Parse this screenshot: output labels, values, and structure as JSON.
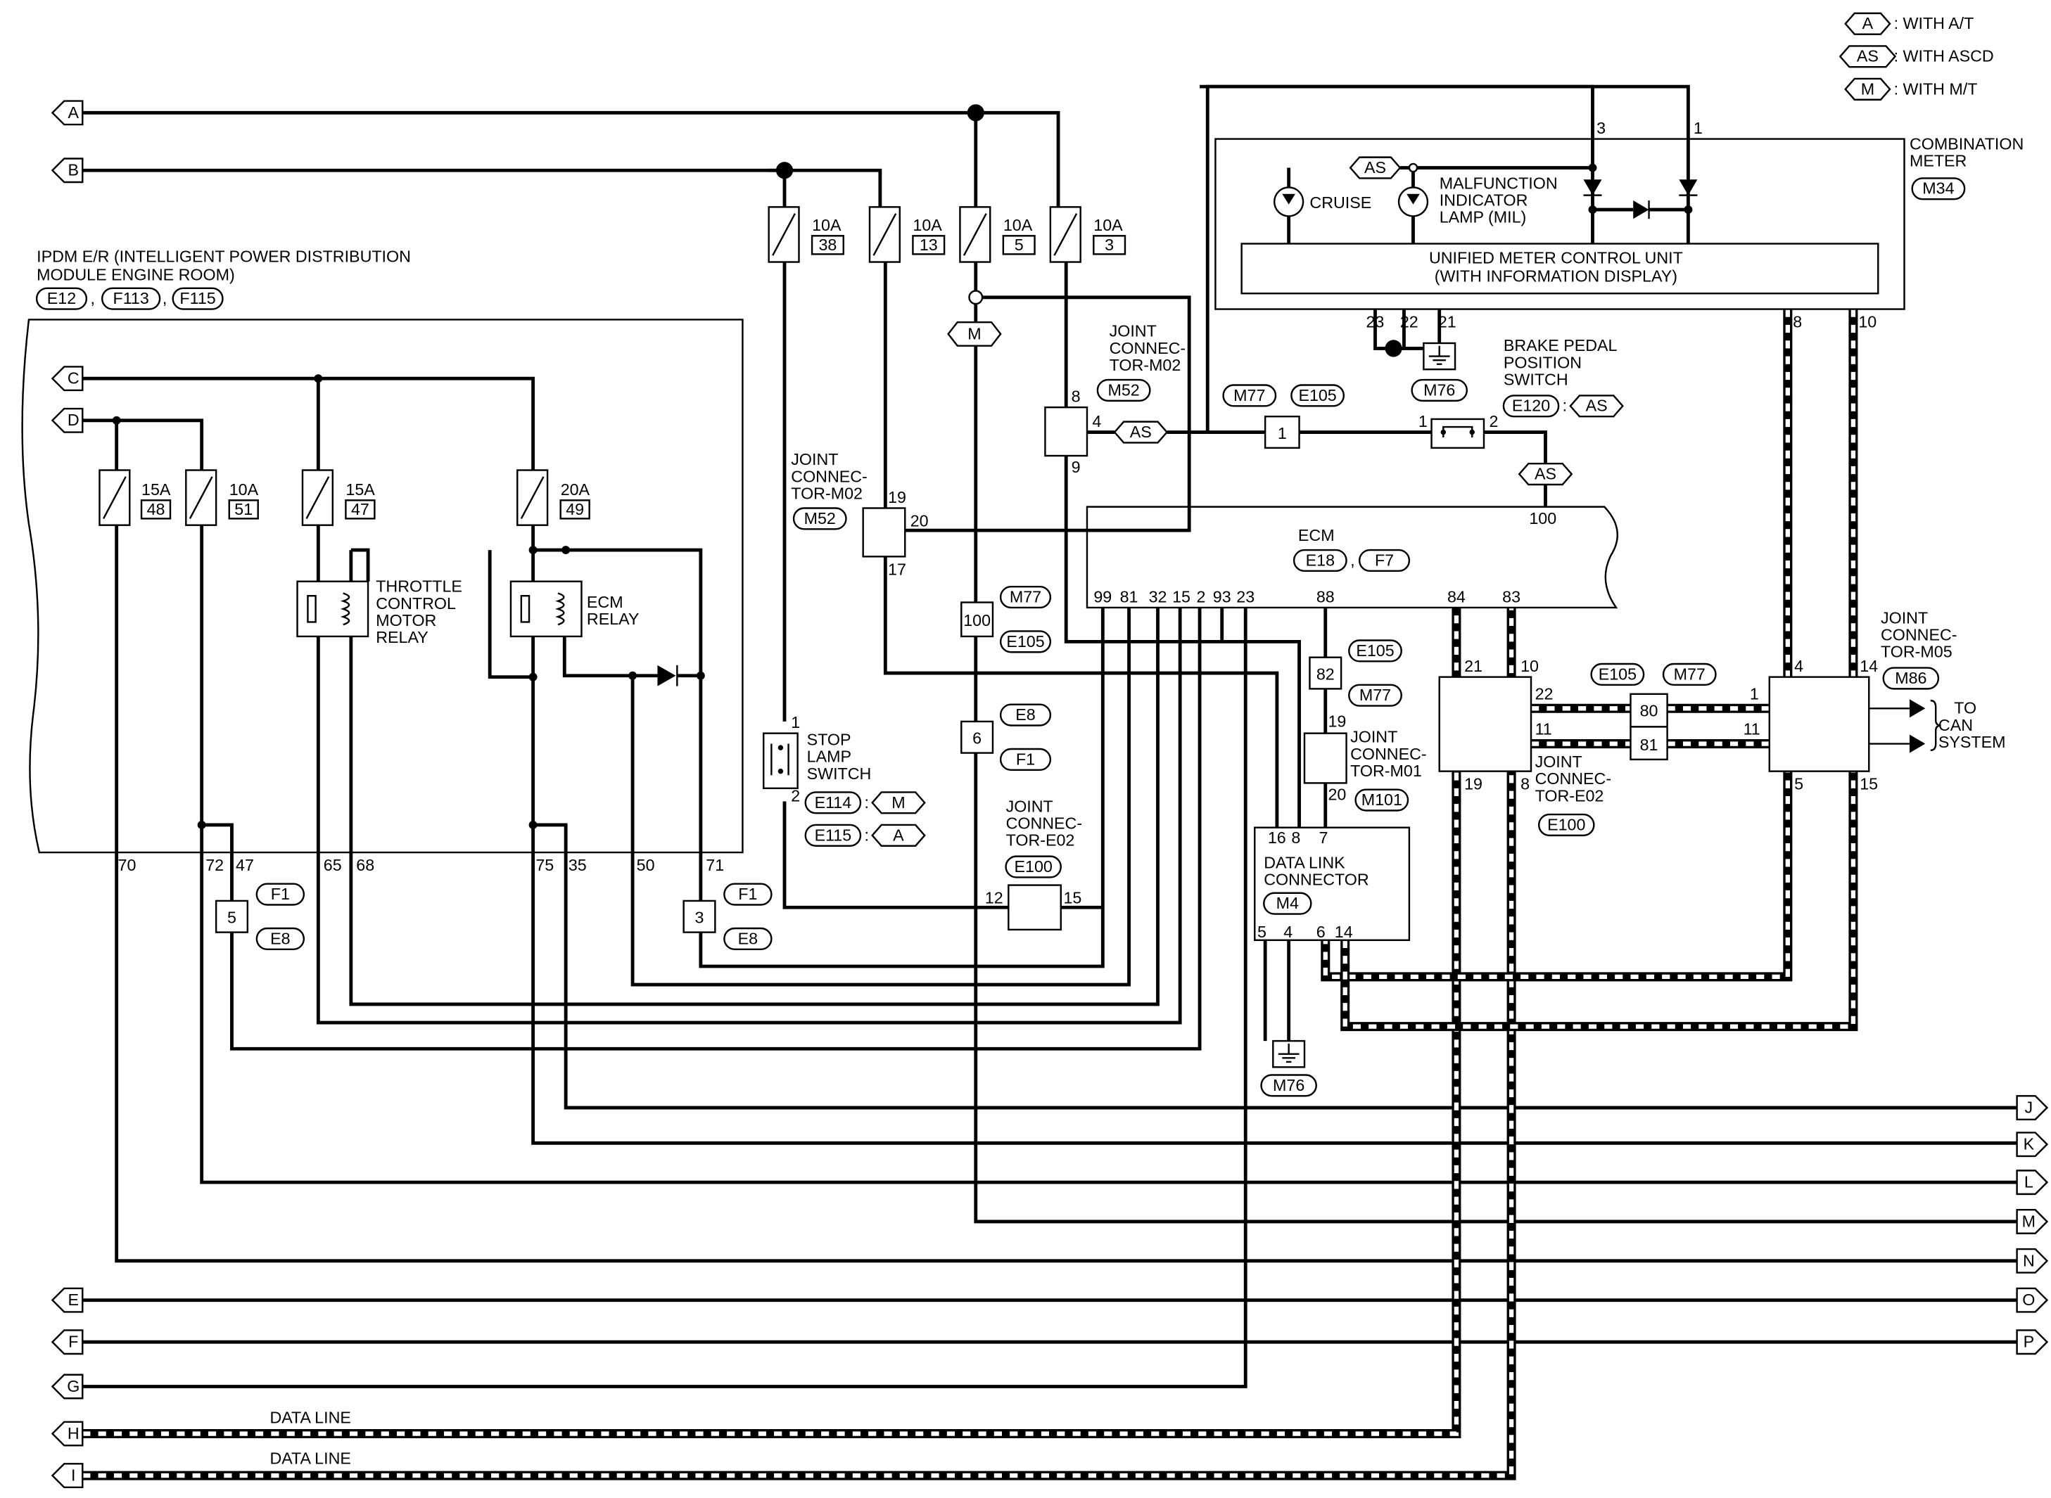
{
  "legend": [
    {
      "code": "A",
      "text": ": WITH A/T"
    },
    {
      "code": "AS",
      "text": ": WITH ASCD"
    },
    {
      "code": "M",
      "text": ": WITH M/T"
    }
  ],
  "left_ports": [
    "A",
    "B",
    "C",
    "D",
    "E",
    "F",
    "G",
    "H",
    "I"
  ],
  "right_ports": [
    "J",
    "K",
    "L",
    "M",
    "N",
    "O",
    "P"
  ],
  "data_line_label": "DATA LINE",
  "ipdm": {
    "title_1": "IPDM E/R (INTELLIGENT POWER DISTRIBUTION",
    "title_2": "MODULE ENGINE ROOM)",
    "conn": [
      "E12",
      "F113",
      "F115"
    ],
    "pins": [
      "70",
      "72",
      "47",
      "65",
      "68",
      "75",
      "35",
      "50",
      "71"
    ],
    "fuses": [
      {
        "amp": "15A",
        "num": "48"
      },
      {
        "amp": "10A",
        "num": "51"
      },
      {
        "amp": "15A",
        "num": "47"
      },
      {
        "amp": "20A",
        "num": "49"
      }
    ],
    "throttle_relay": [
      "THROTTLE",
      "CONTROL",
      "MOTOR",
      "RELAY"
    ],
    "ecm_relay": [
      "ECM",
      "RELAY"
    ]
  },
  "top_fuses": [
    {
      "amp": "10A",
      "num": "38"
    },
    {
      "amp": "10A",
      "num": "13"
    },
    {
      "amp": "10A",
      "num": "5"
    },
    {
      "amp": "10A",
      "num": "3"
    }
  ],
  "meter": {
    "title": [
      "COMBINATION",
      "METER"
    ],
    "conn": "M34",
    "unit": [
      "UNIFIED METER CONTROL UNIT",
      "(WITH INFORMATION DISPLAY)"
    ],
    "cruise": "CRUISE",
    "mil": [
      "MALFUNCTION",
      "INDICATOR",
      "LAMP (MIL)"
    ],
    "pins_top": [
      "3",
      "1"
    ],
    "pins_bottom": [
      "23",
      "22",
      "21",
      "8",
      "10"
    ]
  },
  "ground": "M76",
  "jc_m02": {
    "label": [
      "JOINT",
      "CONNEC-",
      "TOR-M02"
    ],
    "conn": "M52",
    "pins_a": [
      "8",
      "4",
      "9"
    ],
    "pins_b": [
      "19",
      "20",
      "17"
    ]
  },
  "brake_switch": {
    "label": [
      "BRAKE PEDAL",
      "POSITION",
      "SWITCH"
    ],
    "conn": "E120",
    "opt": "AS",
    "pins": [
      "1",
      "2"
    ]
  },
  "inline_1": {
    "pin": "1",
    "conns": [
      "M77",
      "E105"
    ]
  },
  "ecm": {
    "label": "ECM",
    "conn": [
      "E18",
      "F7"
    ],
    "pin_top": "100",
    "pins": [
      "99",
      "81",
      "32",
      "15",
      "2",
      "93",
      "23",
      "88",
      "84",
      "83"
    ]
  },
  "inline_100": {
    "pin": "100",
    "conns": [
      "M77",
      "E105"
    ]
  },
  "inline_6": {
    "pin": "6",
    "conns": [
      "E8",
      "F1"
    ]
  },
  "inline_82": {
    "pin": "82",
    "conns": [
      "E105",
      "M77"
    ]
  },
  "inline_5": {
    "pin": "5",
    "conns": [
      "F1",
      "E8"
    ]
  },
  "inline_3": {
    "pin": "3",
    "conns": [
      "F1",
      "E8"
    ]
  },
  "inline_80_81": {
    "pins": [
      "80",
      "81"
    ],
    "conns": [
      "E105",
      "M77"
    ],
    "side_pins": [
      "22",
      "11",
      "1",
      "11"
    ]
  },
  "stop_lamp": {
    "label": [
      "STOP",
      "LAMP",
      "SWITCH"
    ],
    "pins": [
      "1",
      "2"
    ],
    "variants": [
      {
        "conn": "E114",
        "opt": "M"
      },
      {
        "conn": "E115",
        "opt": "A"
      }
    ]
  },
  "jc_e02_low": {
    "label": [
      "JOINT",
      "CONNEC-",
      "TOR-E02"
    ],
    "conn": "E100",
    "pins": [
      "12",
      "15"
    ]
  },
  "jc_m01": {
    "label": [
      "JOINT",
      "CONNEC-",
      "TOR-M01"
    ],
    "conn": "M101",
    "pins": [
      "19",
      "20"
    ]
  },
  "dlc": {
    "label": [
      "DATA LINK",
      "CONNECTOR"
    ],
    "conn": "M4",
    "pins_top": [
      "16",
      "8",
      "7"
    ],
    "pins_bottom": [
      "5",
      "4",
      "6",
      "14"
    ]
  },
  "jc_e02_right": {
    "label": [
      "JOINT",
      "CONNEC-",
      "TOR-E02"
    ],
    "conn": "E100",
    "pins": [
      "21",
      "10",
      "19",
      "8"
    ]
  },
  "jc_m05": {
    "label": [
      "JOINT",
      "CONNEC-",
      "TOR-M05"
    ],
    "conn": "M86",
    "pins": [
      "4",
      "14",
      "5",
      "15"
    ]
  },
  "can": [
    "TO",
    "CAN",
    "SYSTEM"
  ],
  "splice_opt": "M"
}
